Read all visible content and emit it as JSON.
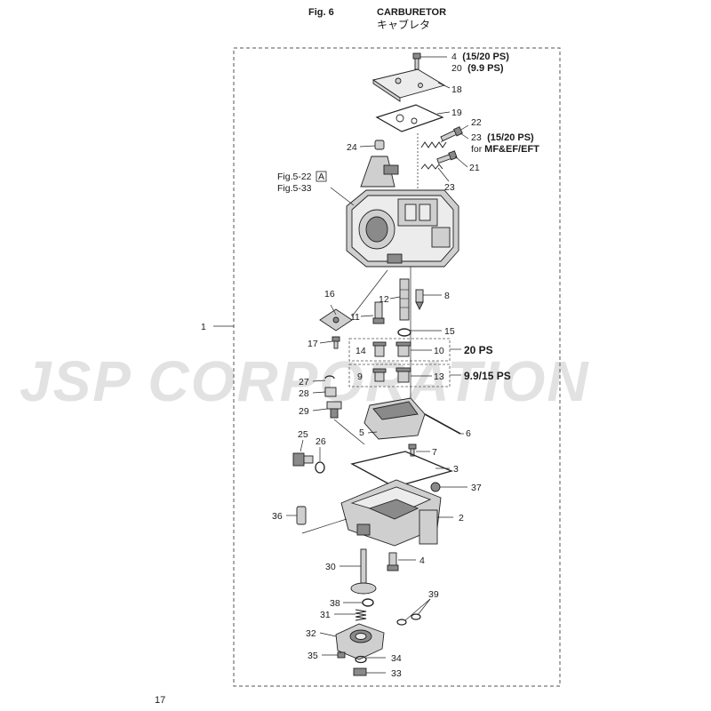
{
  "header": {
    "fig": "Fig. 6",
    "title": "CARBURETOR",
    "subtitle": "キャブレタ"
  },
  "page_number": "17",
  "watermark": "JSP CORPORATION",
  "callouts": {
    "c1": "1",
    "c2": "2",
    "c3": "3",
    "c4_top": "4",
    "c4_top_note": "(15/20 PS)",
    "c4_bottom": "4",
    "c5": "5",
    "c6": "6",
    "c7": "7",
    "c8": "8",
    "c9": "9",
    "c10": "10",
    "c11": "11",
    "c12": "12",
    "c13": "13",
    "c14": "14",
    "c15": "15",
    "c16": "16",
    "c17": "17",
    "c18": "18",
    "c19": "19",
    "c20": "20",
    "c20_note": "(9.9 PS)",
    "c21": "21",
    "c22": "22",
    "c23_top": "23",
    "c23_note": "(15/20 PS)",
    "c23_for": "for ",
    "c23_models": "MF&EF/EFT",
    "c23_bottom": "23",
    "c24": "24",
    "c25": "25",
    "c26": "26",
    "c27": "27",
    "c28": "28",
    "c29": "29",
    "c30": "30",
    "c31": "31",
    "c32": "32",
    "c33": "33",
    "c34": "34",
    "c35": "35",
    "c36": "36",
    "c37": "37",
    "c38": "38",
    "c39": "39"
  },
  "refs": {
    "ref1": "Fig.5-22",
    "ref1_box": "A",
    "ref2": "Fig.5-33"
  },
  "group_labels": {
    "g20": "20 PS",
    "g99": "9.9/15 PS"
  }
}
